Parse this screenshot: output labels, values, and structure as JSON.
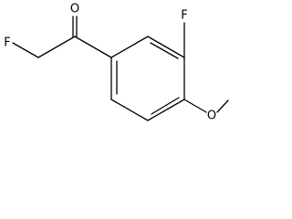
{
  "molecule": {
    "atoms": {
      "carbonyl_oxygen": "O",
      "alpha_fluorine": "F",
      "ring_fluorine": "F",
      "ether_oxygen": "O"
    }
  }
}
